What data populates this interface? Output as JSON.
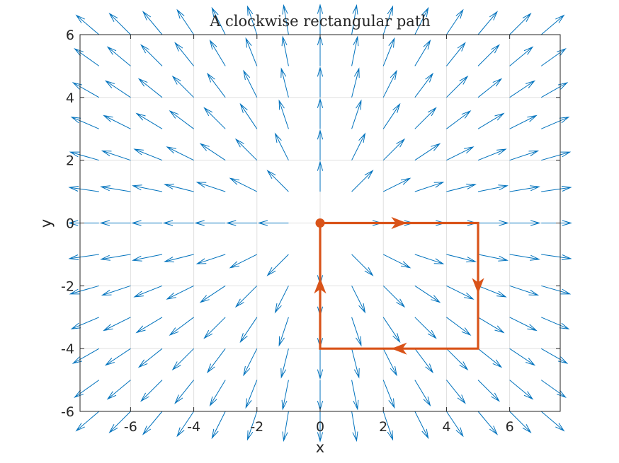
{
  "chart_data": {
    "type": "quiver",
    "title": "A clockwise rectangular path",
    "xlabel": "x",
    "ylabel": "y",
    "xlim": [
      -7.6,
      7.6
    ],
    "ylim": [
      -6,
      6
    ],
    "xticks": [
      -6,
      -4,
      -2,
      0,
      2,
      4,
      6
    ],
    "yticks": [
      -6,
      -4,
      -2,
      0,
      2,
      4,
      6
    ],
    "xtick_labels": [
      "-6",
      "-4",
      "-2",
      "0",
      "2",
      "4",
      "6"
    ],
    "ytick_labels": [
      "-6",
      "-4",
      "-2",
      "0",
      "2",
      "4",
      "6"
    ],
    "grid": true,
    "vector_field": {
      "x_grid": [
        -7,
        -6,
        -5,
        -4,
        -3,
        -2,
        -1,
        0,
        1,
        2,
        3,
        4,
        5,
        6,
        7
      ],
      "y_grid": [
        -6,
        -5,
        -4,
        -3,
        -2,
        -1,
        0,
        1,
        2,
        3,
        4,
        5,
        6
      ],
      "field": "radial, pointing away from the origin",
      "color": "#0072BD"
    },
    "path": {
      "direction": "clockwise",
      "vertices": [
        [
          0,
          0
        ],
        [
          5,
          0
        ],
        [
          5,
          -4
        ],
        [
          0,
          -4
        ],
        [
          0,
          0
        ]
      ],
      "start_point": [
        0,
        0
      ],
      "color": "#D95319"
    }
  }
}
